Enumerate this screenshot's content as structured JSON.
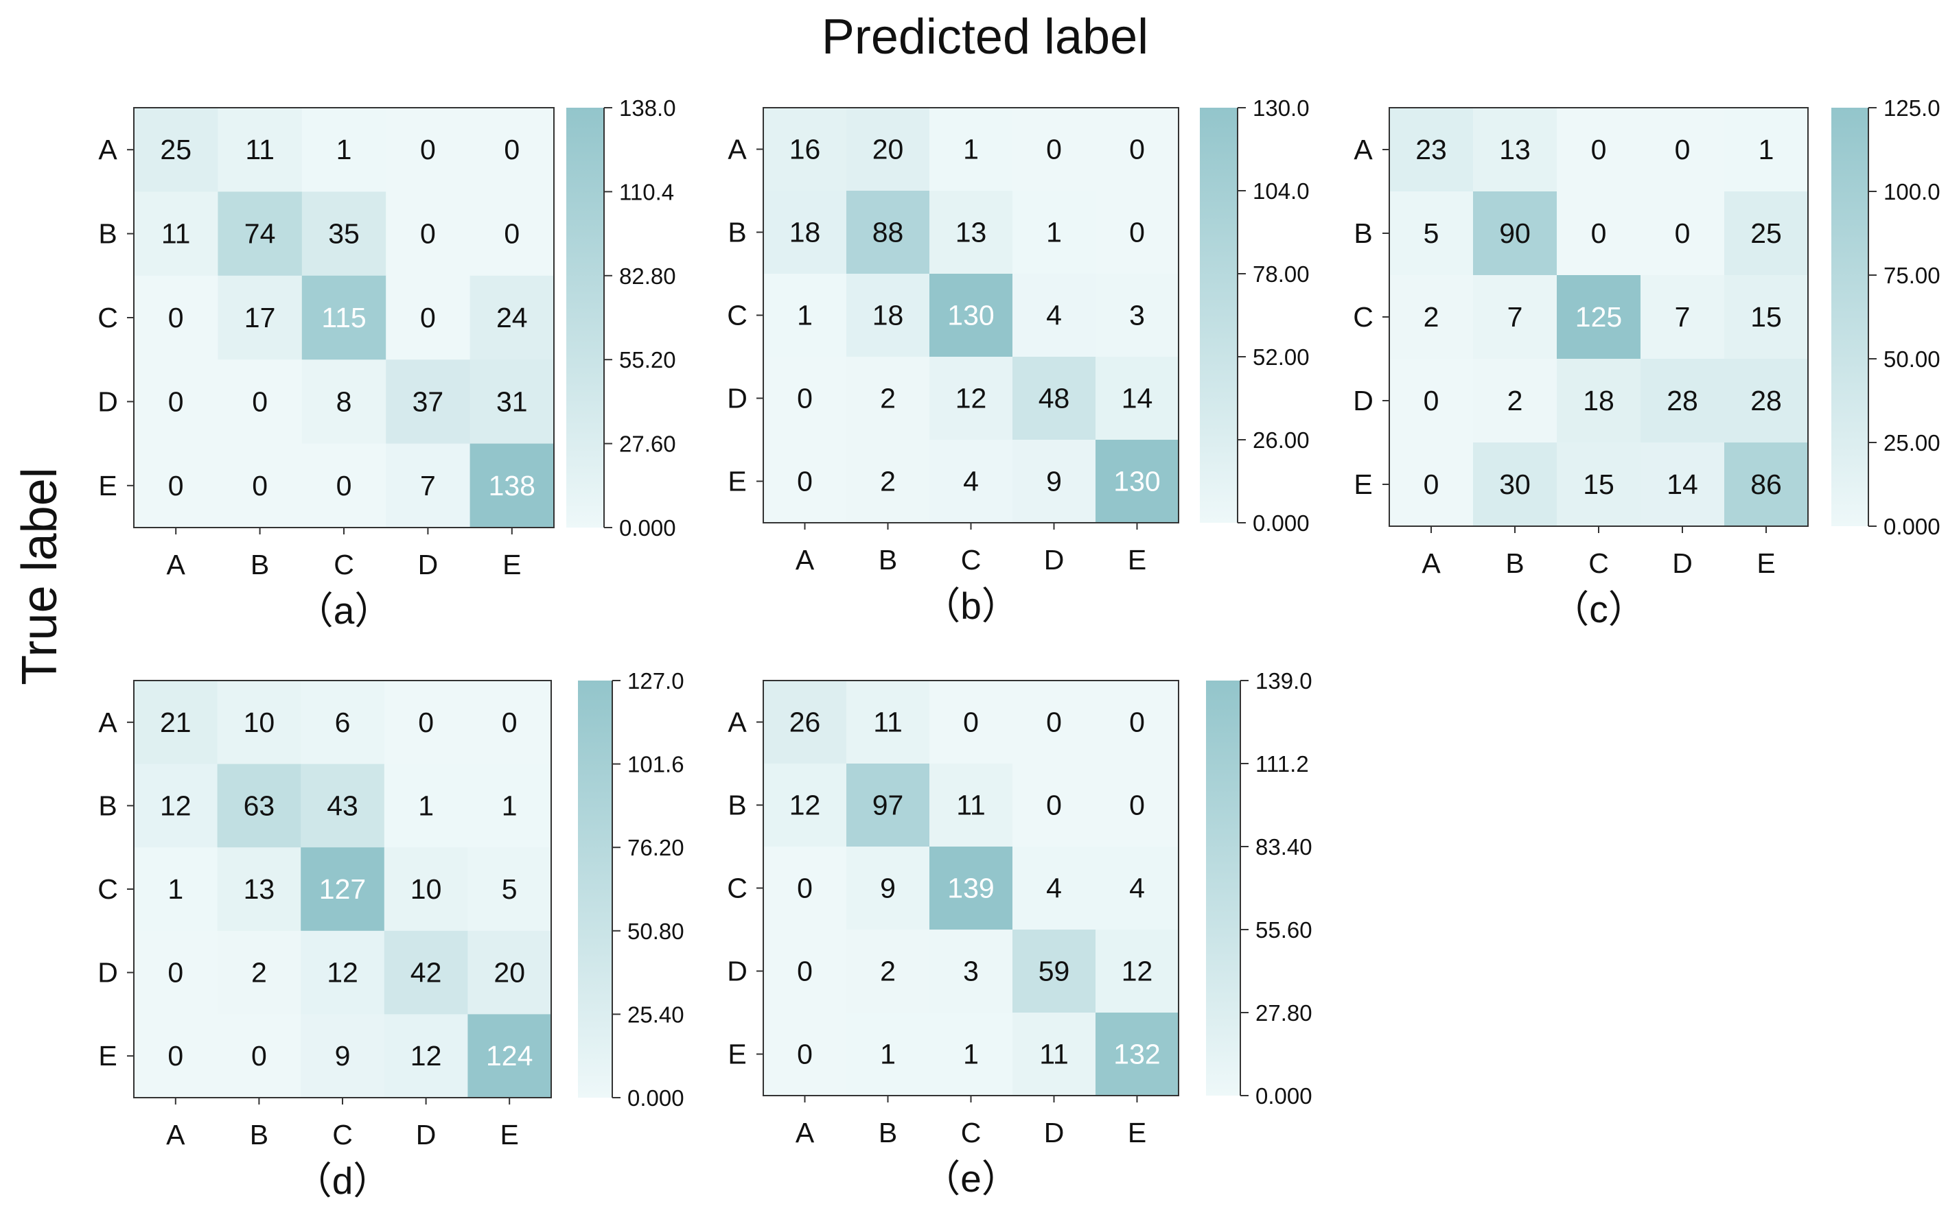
{
  "figure": {
    "xlabel": "Predicted label",
    "ylabel": "True label"
  },
  "chart_data": [
    {
      "type": "heatmap",
      "panel_label": "（a）",
      "x_categories": [
        "A",
        "B",
        "C",
        "D",
        "E"
      ],
      "y_categories": [
        "A",
        "B",
        "C",
        "D",
        "E"
      ],
      "values": [
        [
          25,
          11,
          1,
          0,
          0
        ],
        [
          11,
          74,
          35,
          0,
          0
        ],
        [
          0,
          17,
          115,
          0,
          24
        ],
        [
          0,
          0,
          8,
          37,
          31
        ],
        [
          0,
          0,
          0,
          7,
          138
        ]
      ],
      "colorbar_max": 138,
      "colorbar_ticks": [
        "0.000",
        "27.60",
        "55.20",
        "82.80",
        "110.4",
        "138.0"
      ]
    },
    {
      "type": "heatmap",
      "panel_label": "（b）",
      "x_categories": [
        "A",
        "B",
        "C",
        "D",
        "E"
      ],
      "y_categories": [
        "A",
        "B",
        "C",
        "D",
        "E"
      ],
      "values": [
        [
          16,
          20,
          1,
          0,
          0
        ],
        [
          18,
          88,
          13,
          1,
          0
        ],
        [
          1,
          18,
          130,
          4,
          3
        ],
        [
          0,
          2,
          12,
          48,
          14
        ],
        [
          0,
          2,
          4,
          9,
          130
        ]
      ],
      "colorbar_max": 130,
      "colorbar_ticks": [
        "0.000",
        "26.00",
        "52.00",
        "78.00",
        "104.0",
        "130.0"
      ]
    },
    {
      "type": "heatmap",
      "panel_label": "（c）",
      "x_categories": [
        "A",
        "B",
        "C",
        "D",
        "E"
      ],
      "y_categories": [
        "A",
        "B",
        "C",
        "D",
        "E"
      ],
      "values": [
        [
          23,
          13,
          0,
          0,
          1
        ],
        [
          5,
          90,
          0,
          0,
          25
        ],
        [
          2,
          7,
          125,
          7,
          15
        ],
        [
          0,
          2,
          18,
          28,
          28
        ],
        [
          0,
          30,
          15,
          14,
          86
        ]
      ],
      "colorbar_max": 125,
      "colorbar_ticks": [
        "0.000",
        "25.00",
        "50.00",
        "75.00",
        "100.0",
        "125.0"
      ]
    },
    {
      "type": "heatmap",
      "panel_label": "（d）",
      "x_categories": [
        "A",
        "B",
        "C",
        "D",
        "E"
      ],
      "y_categories": [
        "A",
        "B",
        "C",
        "D",
        "E"
      ],
      "values": [
        [
          21,
          10,
          6,
          0,
          0
        ],
        [
          12,
          63,
          43,
          1,
          1
        ],
        [
          1,
          13,
          127,
          10,
          5
        ],
        [
          0,
          2,
          12,
          42,
          20
        ],
        [
          0,
          0,
          9,
          12,
          124
        ]
      ],
      "colorbar_max": 127,
      "colorbar_ticks": [
        "0.000",
        "25.40",
        "50.80",
        "76.20",
        "101.6",
        "127.0"
      ]
    },
    {
      "type": "heatmap",
      "panel_label": "（e）",
      "x_categories": [
        "A",
        "B",
        "C",
        "D",
        "E"
      ],
      "y_categories": [
        "A",
        "B",
        "C",
        "D",
        "E"
      ],
      "values": [
        [
          26,
          11,
          0,
          0,
          0
        ],
        [
          12,
          97,
          11,
          0,
          0
        ],
        [
          0,
          9,
          139,
          4,
          4
        ],
        [
          0,
          2,
          3,
          59,
          12
        ],
        [
          0,
          1,
          1,
          11,
          132
        ]
      ],
      "colorbar_max": 139,
      "colorbar_ticks": [
        "0.000",
        "27.80",
        "55.60",
        "83.40",
        "111.2",
        "139.0"
      ]
    }
  ],
  "colors": {
    "low": "#eef8f9",
    "high": "#93c5cb",
    "text_dark": "#111111",
    "text_light": "#ffffff",
    "border": "#333333"
  }
}
